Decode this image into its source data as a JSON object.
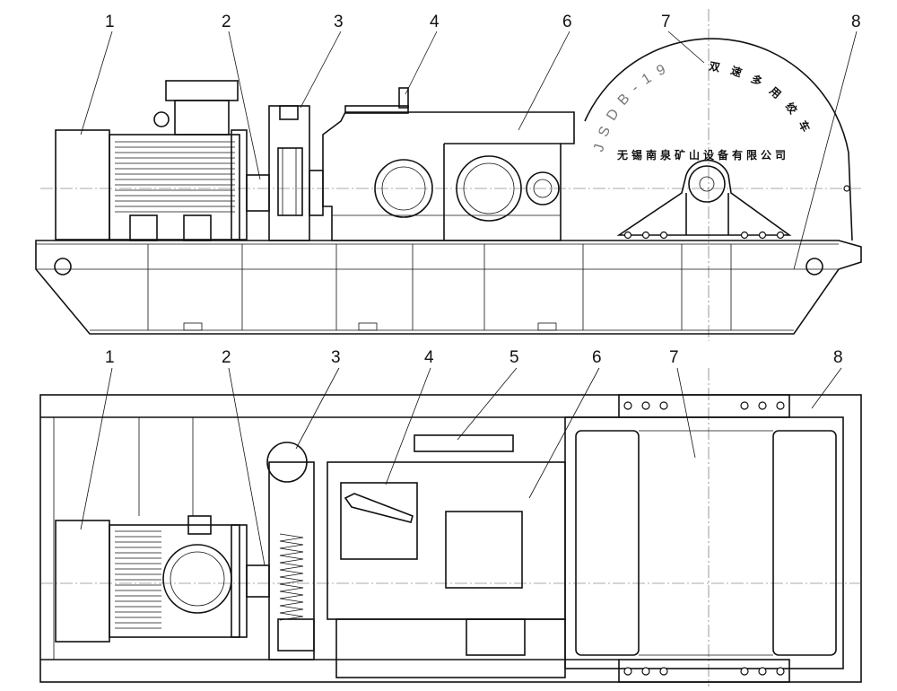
{
  "drawing": {
    "title": "Winch assembly drawing",
    "model_text": "JSDB-19",
    "product_name": "双速多用绞车",
    "company": "无锡南泉矿山设备有限公司"
  },
  "elevation_view": {
    "labels": [
      "1",
      "2",
      "3",
      "4",
      "6",
      "7",
      "8"
    ]
  },
  "plan_view": {
    "labels": [
      "1",
      "2",
      "3",
      "4",
      "5",
      "6",
      "7",
      "8"
    ]
  }
}
